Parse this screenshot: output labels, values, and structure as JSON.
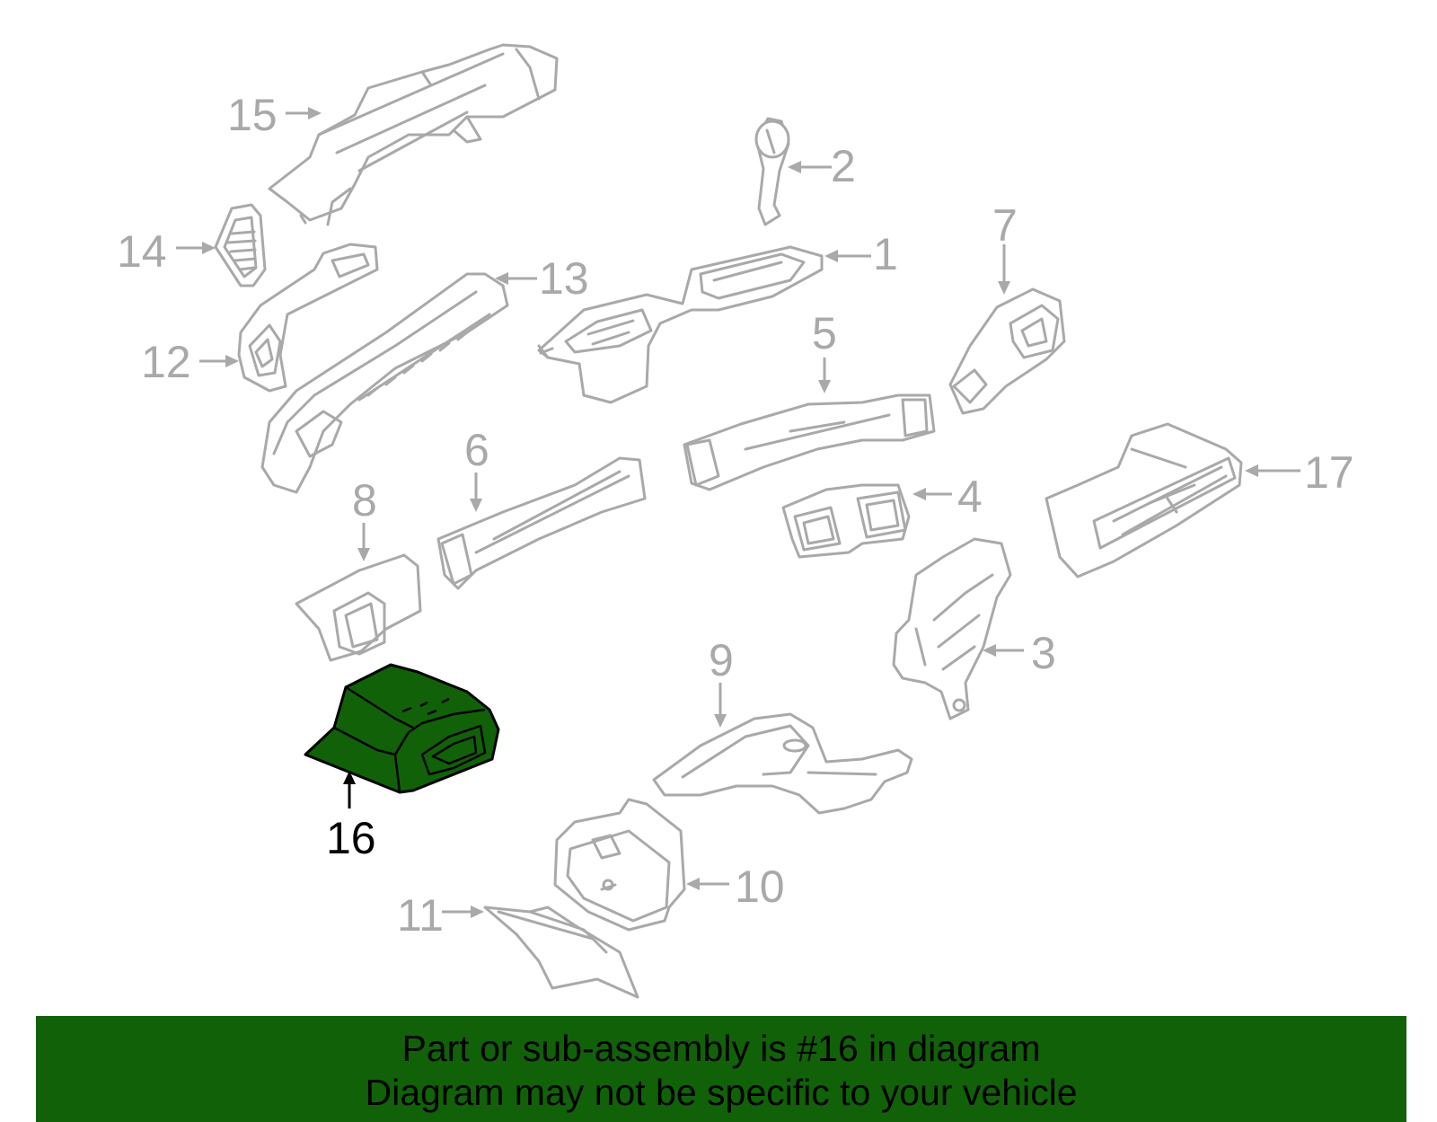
{
  "diagram": {
    "highlighted_part": "16",
    "colors": {
      "highlight_fill": "#116109",
      "part_stroke": "#a9a9a9",
      "highlight_stroke": "#000000",
      "banner": "#116109"
    },
    "labels": {
      "p1": "1",
      "p2": "2",
      "p3": "3",
      "p4": "4",
      "p5": "5",
      "p6": "6",
      "p7": "7",
      "p8": "8",
      "p9": "9",
      "p10": "10",
      "p11": "11",
      "p12": "12",
      "p13": "13",
      "p14": "14",
      "p15": "15",
      "p16": "16",
      "p17": "17"
    }
  },
  "banner": {
    "line1": "Part or sub-assembly is #16 in diagram",
    "line2": "Diagram may not be specific to your vehicle"
  }
}
